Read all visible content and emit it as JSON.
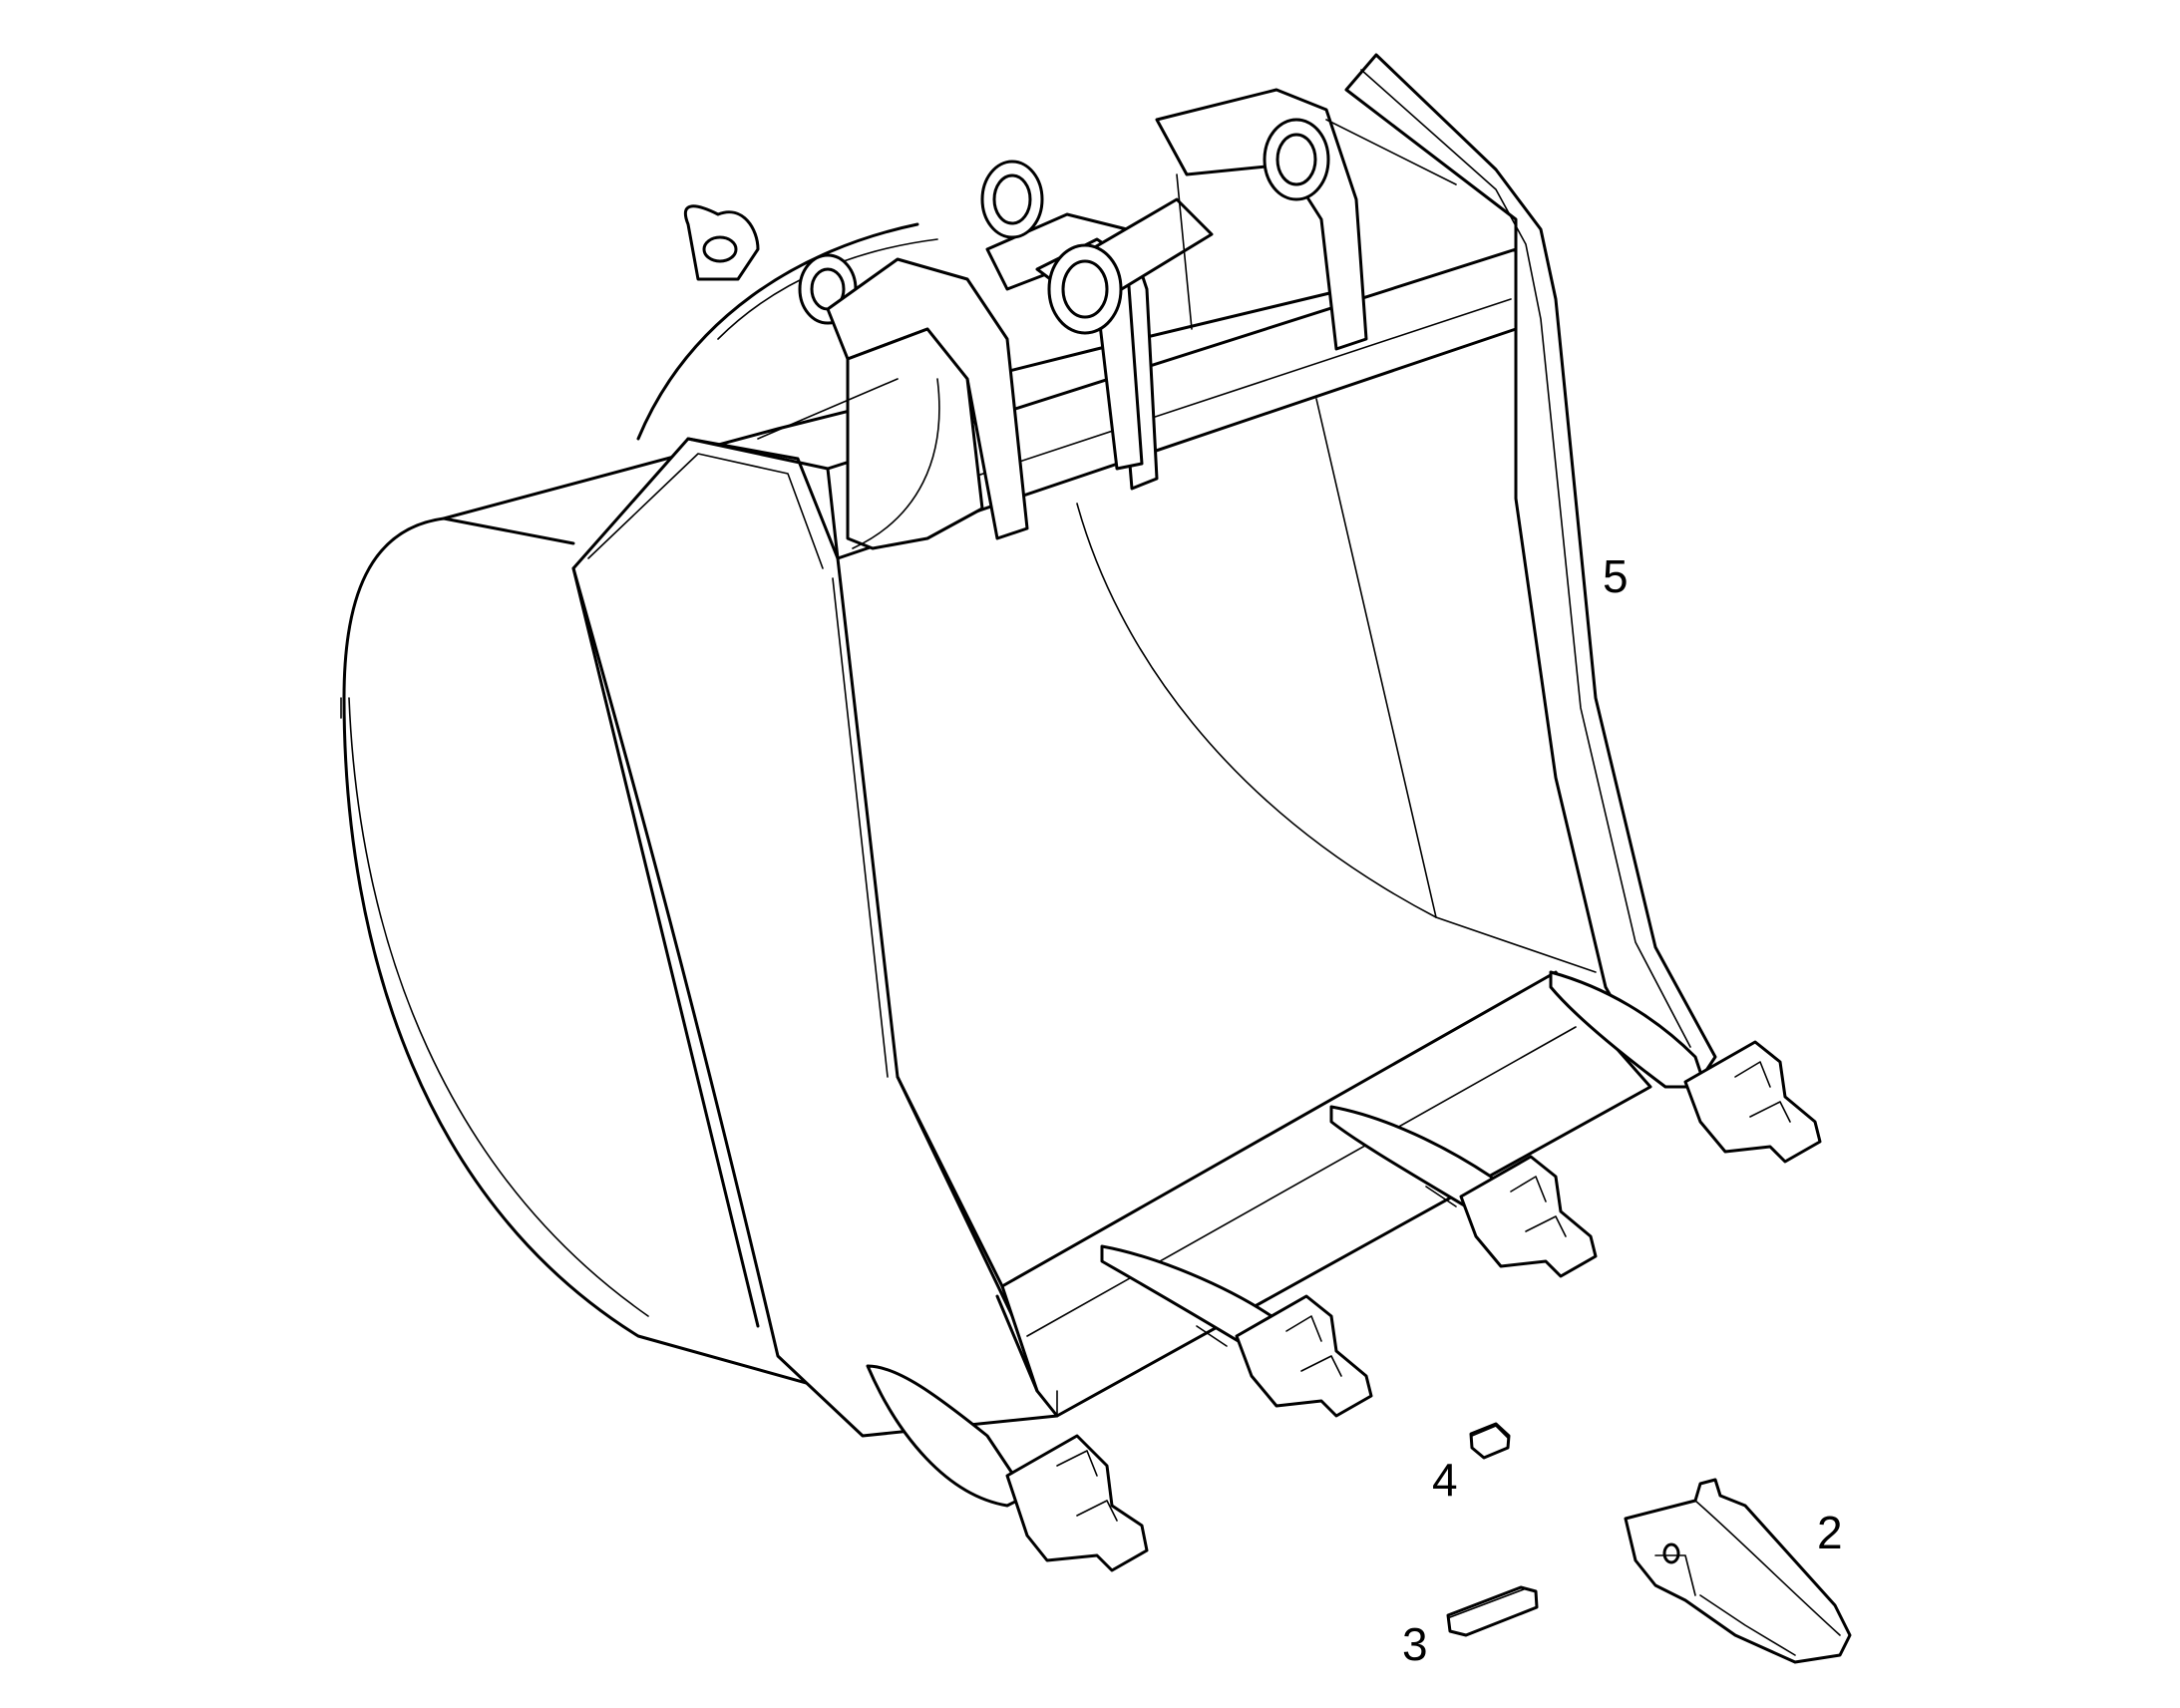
{
  "diagram": {
    "callouts": [
      {
        "id": "5",
        "label": "5",
        "part": "bucket"
      },
      {
        "id": "4",
        "label": "4",
        "part": "lock-pin"
      },
      {
        "id": "2",
        "label": "2",
        "part": "tooth-tip"
      },
      {
        "id": "3",
        "label": "3",
        "part": "retainer-pin"
      }
    ],
    "colors": {
      "line": "#000000",
      "background": "#ffffff"
    }
  }
}
